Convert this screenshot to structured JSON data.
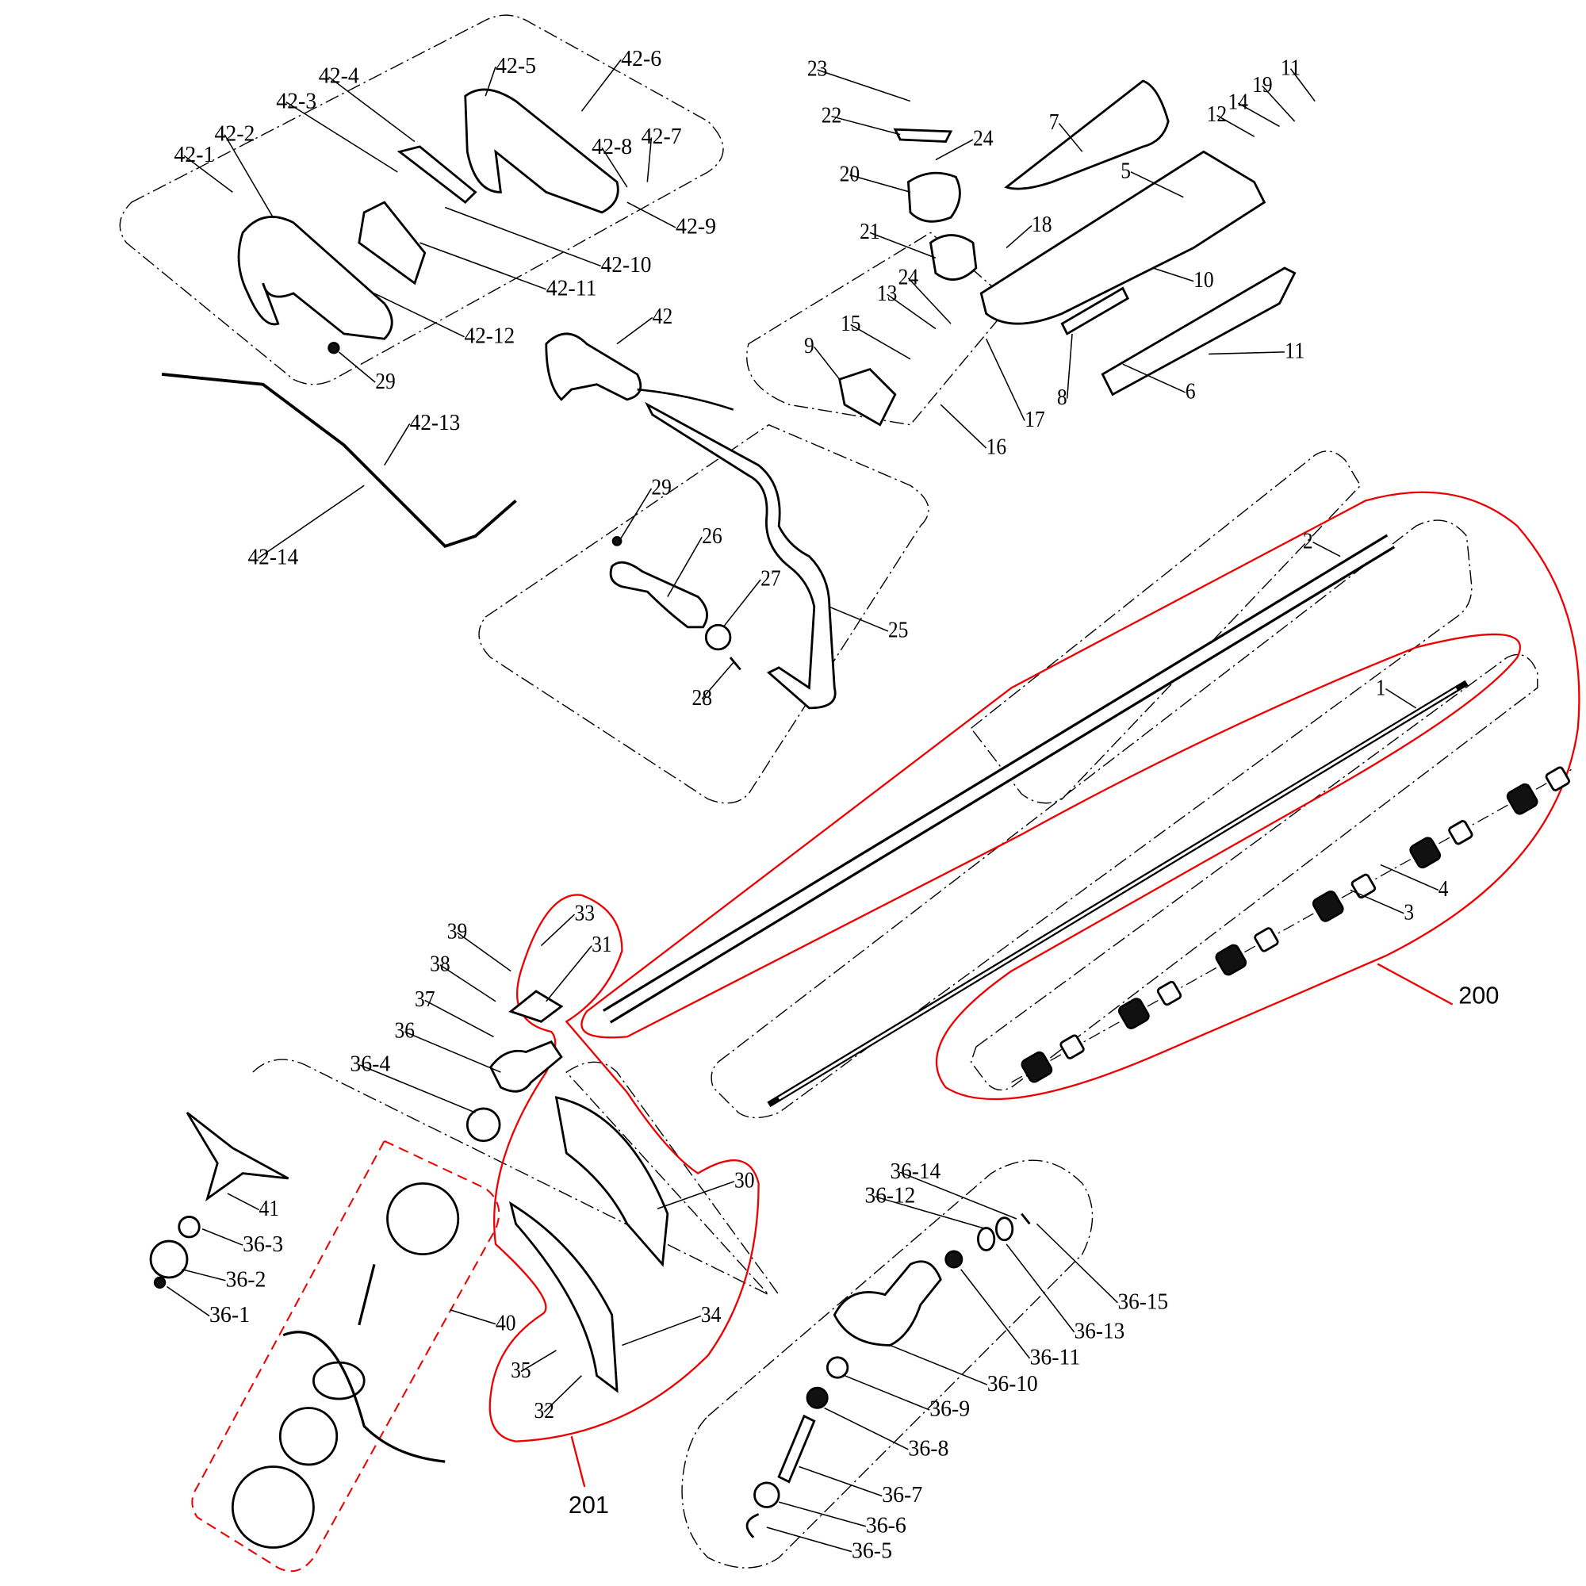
{
  "diagram": {
    "title_visible": false,
    "colors": {
      "assembly_outline": "#e00000",
      "ink": "#000000"
    },
    "callouts": [
      "42-1",
      "42-2",
      "42-3",
      "42-4",
      "42-5",
      "42-6",
      "42-8",
      "42-7",
      "42-9",
      "42-10",
      "42-11",
      "42-12",
      "29",
      "42",
      "42-13",
      "42-14",
      "29",
      "26",
      "27",
      "25",
      "28",
      "23",
      "22",
      "24",
      "20",
      "7",
      "5",
      "11",
      "19",
      "14",
      "12",
      "18",
      "21",
      "10",
      "24",
      "13",
      "15",
      "9",
      "11",
      "8",
      "6",
      "17",
      "16",
      "2",
      "1",
      "4",
      "3",
      "33",
      "31",
      "39",
      "38",
      "37",
      "36",
      "36-4",
      "30",
      "34",
      "35",
      "32",
      "41",
      "36-3",
      "36-2",
      "36-1",
      "40",
      "36-14",
      "36-12",
      "36-15",
      "36-13",
      "36-11",
      "36-10",
      "36-9",
      "36-8",
      "36-7",
      "36-6",
      "36-5"
    ],
    "assemblies": {
      "a200": "200",
      "a201": "201"
    }
  }
}
